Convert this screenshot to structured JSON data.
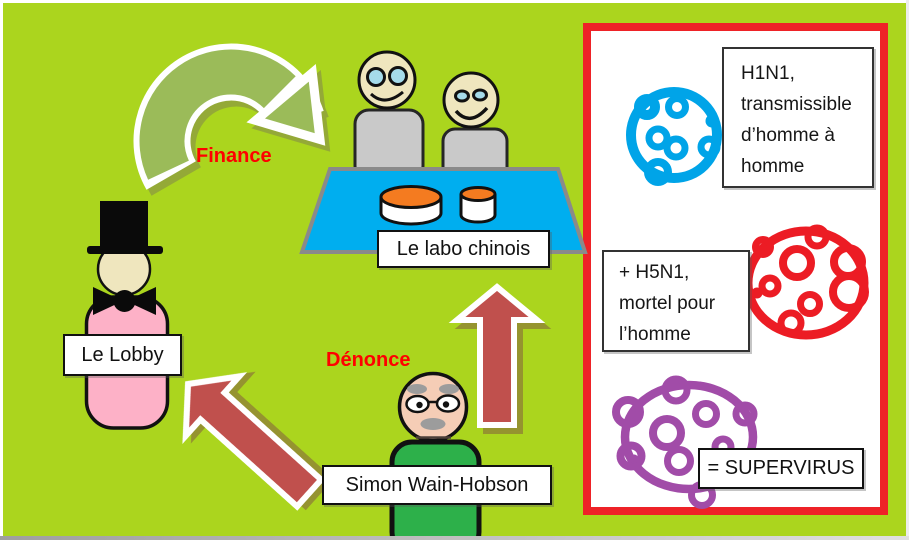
{
  "labels": {
    "finance": "Finance",
    "denonce": "Dénonce",
    "lobby": "Le Lobby",
    "labo": "Le labo chinois",
    "simon": "Simon Wain-Hobson"
  },
  "panel": {
    "h1n1_lines": [
      "H1N1,",
      "transmissible",
      "d’homme à",
      "homme"
    ],
    "h5n1_lines": [
      "+ H5N1,",
      "mortel pour",
      "l’homme"
    ],
    "supervirus": "= SUPERVIRUS"
  },
  "colors": {
    "background": "#ABD51E",
    "panel_border": "#EE2227",
    "arrow_red": "#C0504D",
    "arrow_green": "#9BBB59",
    "red_label_text": "#FF0000",
    "table_blue": "#00AEEF",
    "virus_h1n1_blue": "#00A4E8",
    "virus_h5n1_red": "#EC1C24",
    "virus_supervirus_purple": "#A14CA8",
    "lobby_pink": "#FDB1C7",
    "simon_green": "#2DB04A",
    "skin_cream": "#EFE6BE",
    "skin_peach": "#F5CDB6",
    "body_gray": "#C9C9C9",
    "dish_orange": "#F47B20"
  }
}
